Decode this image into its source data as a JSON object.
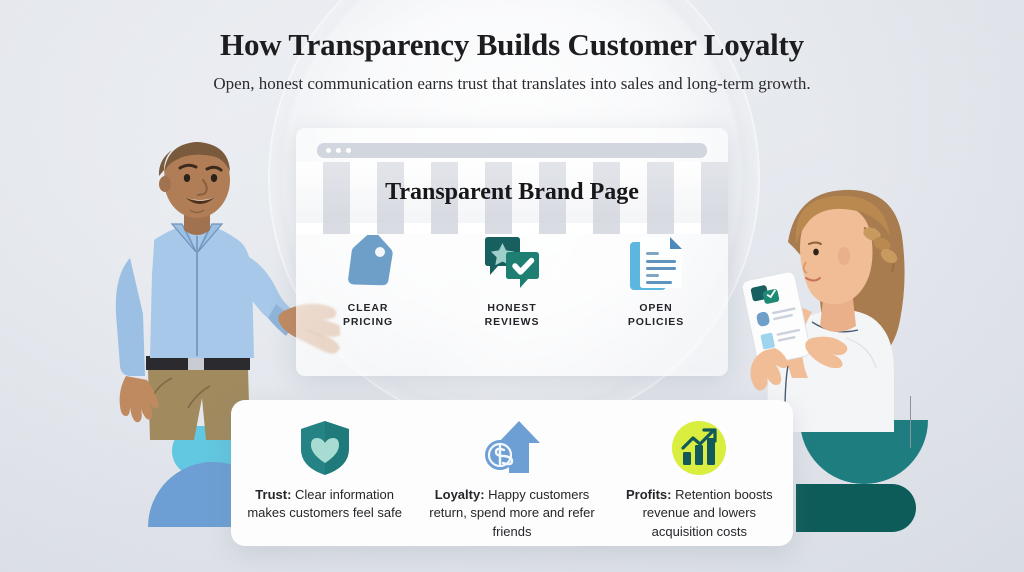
{
  "header": {
    "title": "How Transparency Builds Customer Loyalty",
    "subtitle": "Open, honest communication earns trust that translates into sales and long-term growth."
  },
  "browser": {
    "store_title": "Transparent Brand Page",
    "window_dots": [
      "dot-1",
      "dot-2",
      "dot-3"
    ],
    "features": [
      {
        "label_line1": "CLEAR",
        "label_line2": "PRICING",
        "icon": "price-tag-icon",
        "color": "#6e9fc9"
      },
      {
        "label_line1": "HONEST",
        "label_line2": "REVIEWS",
        "icon": "review-bubbles-icon",
        "color": "#17605f"
      },
      {
        "label_line1": "OPEN",
        "label_line2": "POLICIES",
        "icon": "document-icon",
        "color": "#5bb6e0"
      }
    ]
  },
  "benefits": [
    {
      "icon": "shield-heart-icon",
      "color": "#1f7a7c",
      "bold": "Trust:",
      "text": " Clear information makes customers feel safe"
    },
    {
      "icon": "dollar-arrow-up-icon",
      "color": "#6d9fd4",
      "bold": "Loyalty:",
      "text": " Happy customers return, spend more and refer friends"
    },
    {
      "icon": "growth-chart-icon",
      "color": "#d9ee3e",
      "bold": "Profits:",
      "text": " Retention boosts revenue and lowers acquisition costs"
    }
  ],
  "people": [
    {
      "name": "presenter-man",
      "description": "man-in-blue-shirt-gesturing"
    },
    {
      "name": "customer-woman",
      "description": "woman-holding-phone"
    }
  ],
  "decor": {
    "shapes": [
      "light-blue-pill",
      "blue-dome",
      "teal-dome",
      "dark-teal-pill"
    ],
    "accent_blue": "#6d9fd4",
    "accent_teal": "#1e7d7f",
    "accent_lime": "#d9ee3e",
    "background": "#e7eaef"
  }
}
